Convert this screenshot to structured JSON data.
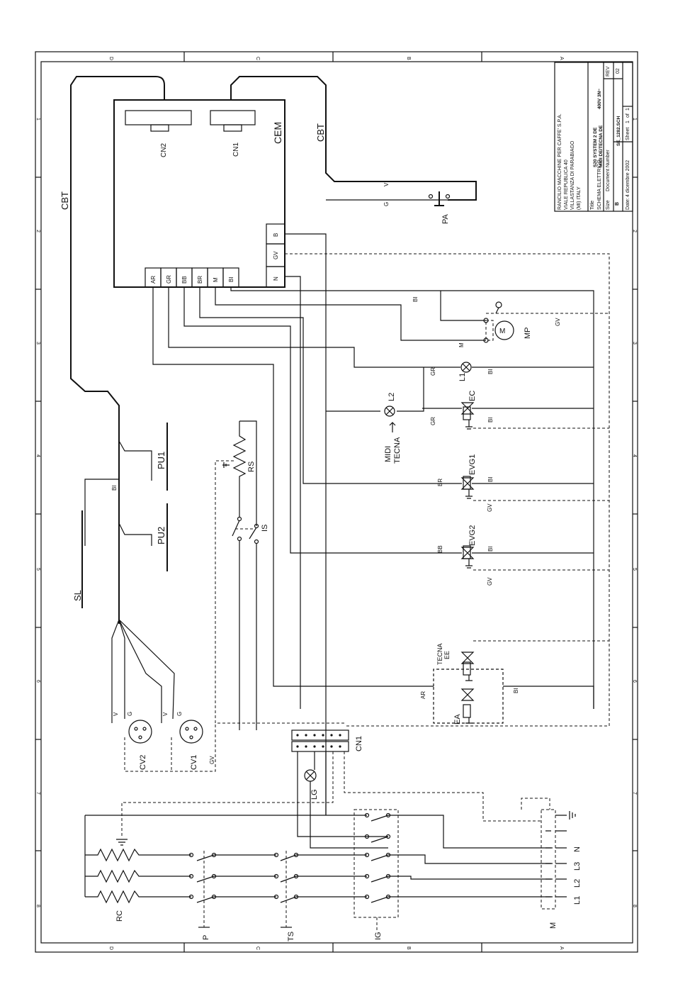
{
  "title_block": {
    "company": [
      "RANCILIO MACCHINE PER CAFFE' S.P.A.",
      "VIALE REPUBLICA 40",
      "VILLASTANZA DI PARABIAGO",
      "(MI) ITALY"
    ],
    "title_label": "Title",
    "title_lines": [
      "SCHEMA ELETTRICO",
      "S20 SYSTEM 2 DE",
      "MIDI DE/TECNA DE"
    ],
    "voltage": "400V 3N~",
    "size_label": "Size",
    "size": "B",
    "docnum_label": "Document Number",
    "docnum": "SE_1282.SCH",
    "rev_label": "REV",
    "rev": "02",
    "date_label": "Date:",
    "date": "4 dicembre 2002",
    "sheet_label": "Sheet",
    "sheet": "1",
    "of_label": "of",
    "of": "1"
  },
  "border": {
    "rows_top": [
      "D",
      "C",
      "B",
      "A"
    ],
    "cols": [
      "1",
      "2",
      "3",
      "4",
      "5",
      "6",
      "7",
      "8"
    ]
  },
  "components": {
    "cem": "CEM",
    "cn2": "CN2",
    "cn1_top": "CN1",
    "cbt_left": "CBT",
    "cbt_right": "CBT",
    "pa": "PA",
    "mp": "MP",
    "motor": "M",
    "l1": "L1",
    "l2": "L2",
    "midi_tecna": [
      "MIDI",
      "TECNA"
    ],
    "ec": "EC",
    "evg1": "EVG1",
    "evg2": "EVG2",
    "ea": "EA",
    "tecna_ee": [
      "TECNA",
      "EE"
    ],
    "rs": "RS",
    "is": "IS",
    "pu1": "PU1",
    "pu2": "PU2",
    "sl": "SL",
    "cv1": "CV1",
    "cv2": "CV2",
    "cn1_bottom": "CN1",
    "lg": "LG",
    "rc": "RC",
    "p": "P",
    "ts": "TS",
    "ig": "IG",
    "m": "M"
  },
  "cem_terminals": [
    "AR",
    "GR",
    "BB",
    "BR",
    "M",
    "BI"
  ],
  "cem_right_terminals": [
    "N",
    "GV",
    "B"
  ],
  "supply": [
    "L1",
    "L2",
    "L3",
    "N"
  ],
  "wire_labels": {
    "v": "V",
    "g": "G",
    "bi": "BI",
    "m": "M",
    "gv": "GV",
    "gr": "GR",
    "br": "BR",
    "bb": "BB",
    "ar": "AR"
  }
}
